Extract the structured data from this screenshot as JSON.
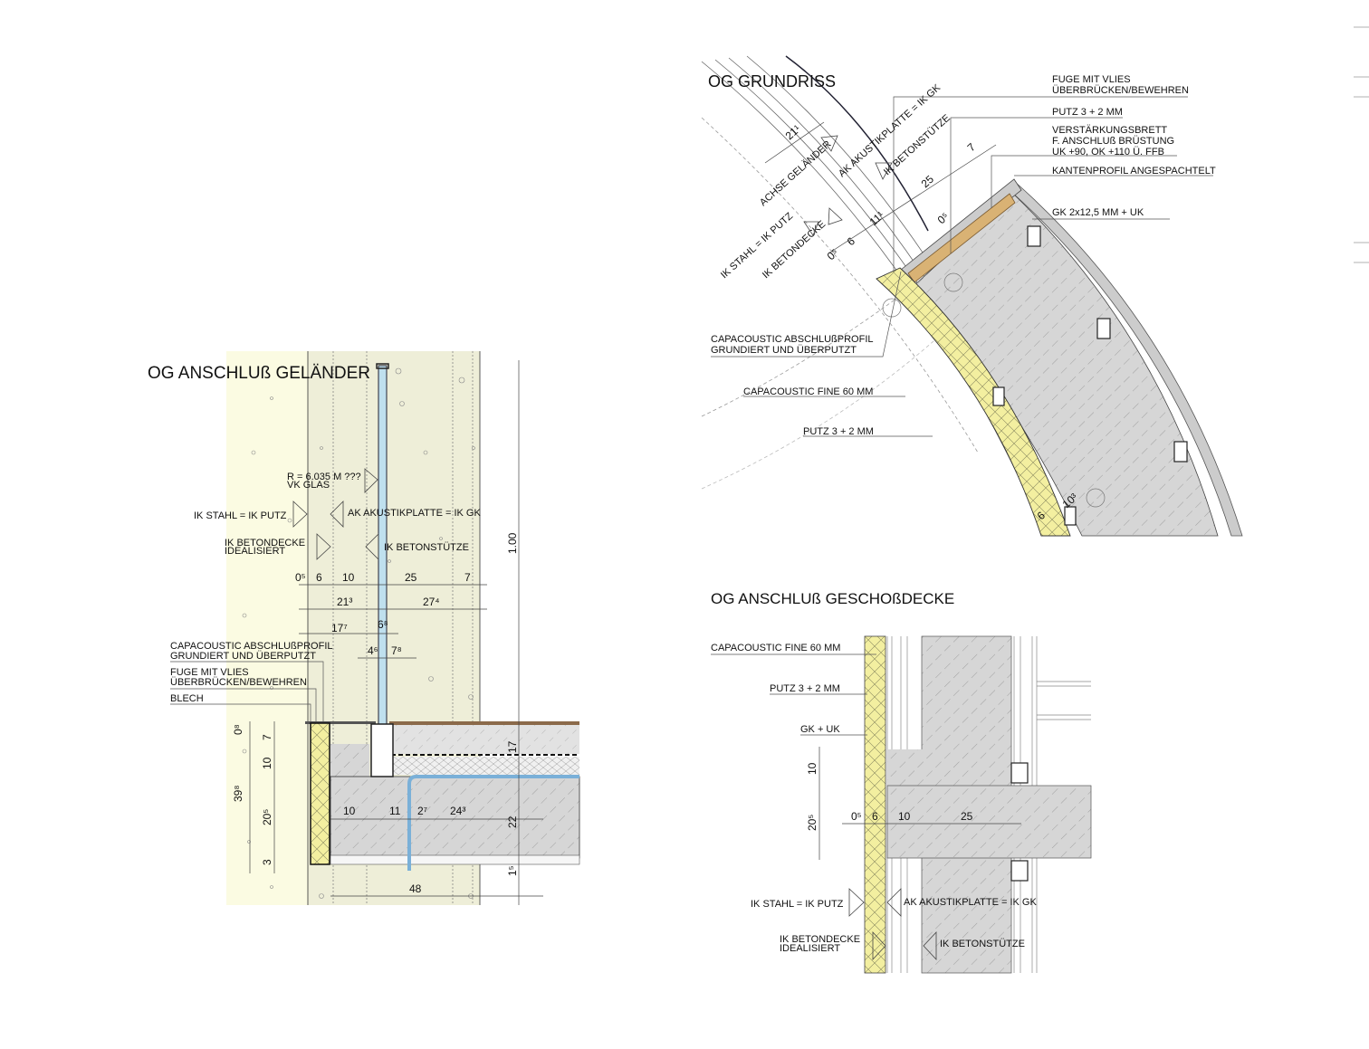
{
  "detail_railing": {
    "title": "OG ANSCHLUß GELÄNDER",
    "annotations": {
      "radius": "R = 6.035 M ???",
      "vk_glas": "VK GLAS",
      "ik_stahl": "IK STAHL = IK PUTZ",
      "ak_akustik": "AK AKUSTIKPLATTE = IK GK",
      "ik_betondecke": "IK BETONDECKE",
      "idealisiert": "IDEALISIERT",
      "ik_betonstuetze": "IK BETONSTÜTZE"
    },
    "labels": {
      "capacoustic_1": "CAPACOUSTIC ABSCHLUßPROFIL",
      "capacoustic_2": "GRUNDIERT UND ÜBERPUTZT",
      "fuge_1": "FUGE MIT VLIES",
      "fuge_2": "ÜBERBRÜCKEN/BEWEHREN",
      "blech": "BLECH"
    },
    "dims": {
      "h1": [
        "0⁵",
        "6",
        "10",
        "25",
        "7"
      ],
      "h2": [
        "21³",
        "27⁴"
      ],
      "h3": [
        "17⁷",
        "6⁸"
      ],
      "h4": [
        "4⁶",
        "7⁸"
      ],
      "slab": [
        "10",
        "11",
        "2⁷",
        "24³"
      ],
      "total": "48",
      "height": "1.00",
      "v_right": [
        "17",
        "22",
        "1⁵"
      ],
      "v_left": [
        "0⁸",
        "7",
        "10",
        "39⁸",
        "20⁵",
        "3"
      ]
    }
  },
  "plan": {
    "title": "OG GRUNDRISS",
    "labels": {
      "fuge_1": "FUGE MIT VLIES",
      "fuge_2": "ÜBERBRÜCKEN/BEWEHREN",
      "putz": "PUTZ 3 + 2 MM",
      "brett_1": "VERSTÄRKUNGSBRETT",
      "brett_2": "F. ANSCHLUß BRÜSTUNG",
      "brett_3": "UK +90, OK +110 Ü. FFB",
      "kantenprofil": "KANTENPROFIL ANGESPACHTELT",
      "gk": "GK 2x12,5 MM + UK",
      "capacoustic_1": "CAPACOUSTIC ABSCHLUßPROFIL",
      "capacoustic_2": "GRUNDIERT UND ÜBERPUTZT",
      "fine": "CAPACOUSTIC FINE 60 MM",
      "putz_2": "PUTZ 3 + 2 MM"
    },
    "rotated": {
      "achse": "ACHSE GELÄNDER",
      "ak_akustik": "AK AKUSTIKPLATTE = IK GK",
      "ik_betonstuetze": "IK BETONSTÜTZE",
      "ik_stahl": "IK STAHL = IK PUTZ",
      "ik_betondecke": "IK BETONDECKE"
    },
    "dims": [
      "21¹",
      "11¹",
      "6",
      "0⁵",
      "25",
      "7",
      "0⁵",
      "10³",
      "6"
    ]
  },
  "detail_slab": {
    "title": "OG ANSCHLUß GESCHOßDECKE",
    "labels": {
      "fine": "CAPACOUSTIC FINE 60 MM",
      "putz": "PUTZ 3 + 2 MM",
      "gk": "GK + UK",
      "ik_stahl": "IK STAHL = IK PUTZ",
      "ak_akustik": "AK AKUSTIKPLATTE = IK GK",
      "ik_betondecke": "IK BETONDECKE",
      "idealisiert": "IDEALISIERT",
      "ik_betonstuetze": "IK BETONSTÜTZE"
    },
    "dims": [
      "10",
      "20⁵",
      "0⁵",
      "6",
      "10",
      "25"
    ]
  },
  "colors": {
    "insulation": "#f3efa0",
    "concrete": "#d6d6d6",
    "glass": "#bfe0ee",
    "wood": "#d9b274",
    "plaster_zone": "#fbfbe2"
  }
}
